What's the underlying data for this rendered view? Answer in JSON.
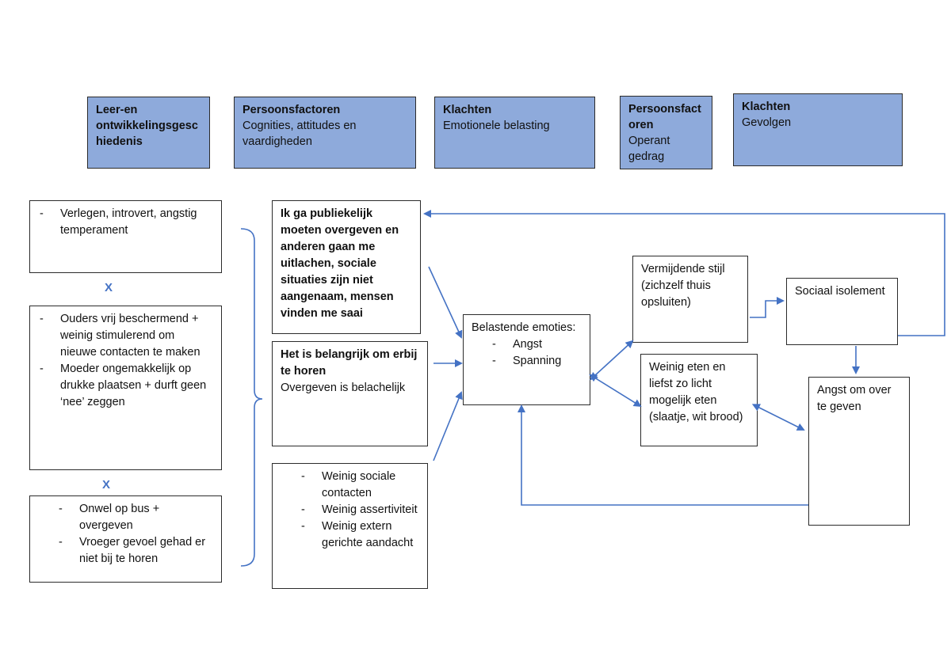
{
  "headers": [
    {
      "title": "Leer-en ontwikkelingsgesc hiedenis",
      "sub": ""
    },
    {
      "title": "Persoonsfactoren",
      "sub": "Cognities, attitudes en vaardigheden"
    },
    {
      "title": "Klachten",
      "sub": "Emotionele belasting"
    },
    {
      "title": "Persoonsfact oren",
      "sub": "Operant gedrag"
    },
    {
      "title": "Klachten",
      "sub": "Gevolgen"
    }
  ],
  "history": {
    "box1": [
      "Verlegen, introvert, angstig temperament"
    ],
    "x1": "X",
    "box2": [
      "Ouders vrij beschermend + weinig stimulerend om nieuwe contacten te maken",
      "Moeder ongemakkelijk op drukke plaatsen + durft geen ‘nee’ zeggen"
    ],
    "x2": "X",
    "box3": [
      "Onwel op bus + overgeven",
      "Vroeger gevoel gehad er niet bij te horen"
    ]
  },
  "cognitions": {
    "box1": "Ik ga publiekelijk moeten overgeven en anderen gaan me uitlachen, sociale situaties zijn niet aangenaam, mensen vinden me saai",
    "box2_line1": "Het is belangrijk om erbij te horen",
    "box2_line2": "Overgeven is belachelijk",
    "box3": [
      "Weinig sociale contacten",
      "Weinig assertiviteit",
      "Weinig extern gerichte aandacht"
    ]
  },
  "emotions": {
    "title": "Belastende emoties:",
    "items": [
      "Angst",
      "Spanning"
    ]
  },
  "behavior": {
    "avoid": "Vermijdende stijl (zichzelf thuis opsluiten)",
    "eating": "Weinig eten en liefst zo licht mogelijk eten (slaatje, wit brood)"
  },
  "consequences": {
    "isolation": "Sociaal isolement",
    "fear": "Angst om over te geven"
  },
  "colors": {
    "header_fill": "#8eaadb",
    "arrow": "#4472c4"
  }
}
